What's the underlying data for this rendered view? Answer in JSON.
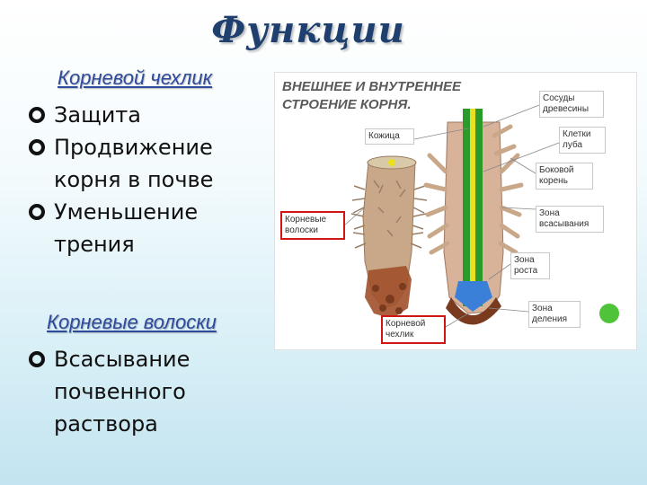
{
  "title": "Функции",
  "section1": {
    "heading": "Корневой чехлик",
    "bullets": [
      "Защита",
      "Продвижение корня в почве",
      "Уменьшение трения"
    ]
  },
  "section2": {
    "heading": "Корневые волоски",
    "bullets": [
      "Всасывание почвенного раствора"
    ]
  },
  "diagram": {
    "title_line1": "ВНЕШНЕЕ И ВНУТРЕННЕЕ",
    "title_line2": "СТРОЕНИЕ КОРНЯ.",
    "labels": {
      "vessels": "Сосуды древесины",
      "skin": "Кожица",
      "phloem_cells": "Клетки луба",
      "lateral_root": "Боковой корень",
      "absorption_zone": "Зона всасывания",
      "root_hairs": "Корневые волоски",
      "growth_zone": "Зона роста",
      "root_cap": "Корневой чехлик",
      "division_zone": "Зона деления"
    }
  },
  "colors": {
    "title": "#1f3f6e",
    "heading": "#2e4a9c",
    "highlight_border": "#d01515",
    "xylem": "#2a9b2a",
    "core": "#e8e020",
    "root_cap": "#7a3a1e",
    "accent_dot": "#4fc43a"
  }
}
